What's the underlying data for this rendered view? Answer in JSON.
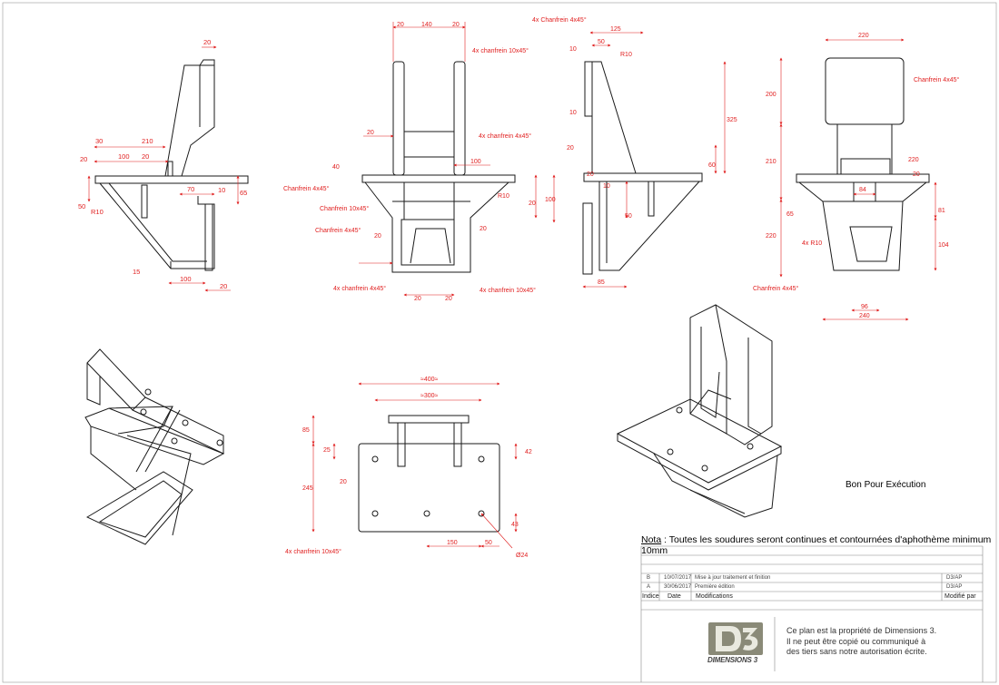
{
  "drawing": {
    "front_view_dims": [
      "20",
      "30",
      "210",
      "100",
      "20",
      "20",
      "70",
      "10",
      "65",
      "R10",
      "50",
      "15",
      "100",
      "20"
    ],
    "center_view_dims": [
      "20",
      "140",
      "20",
      "4x chanfrein 10x45°",
      "20",
      "4x chanfrein 4x45°",
      "100",
      "40",
      "Chanfrein 4x45°",
      "Chanfrein 10x45°",
      "R10",
      "20",
      "100",
      "Chanfrein 4x45°",
      "20",
      "20",
      "4x chanfrein 4x45°",
      "20",
      "20",
      "4x chanfrein 10x45°"
    ],
    "side_view_dims": [
      "4x Chanfrein 4x45°",
      "125",
      "50",
      "10",
      "R10",
      "325",
      "10",
      "20",
      "60",
      "20",
      "10",
      "50",
      "85"
    ],
    "right_view_dims": [
      "220",
      "Chanfrein 4x45°",
      "200",
      "210",
      "220",
      "84",
      "20",
      "81",
      "65",
      "104",
      "220",
      "4x R10",
      "Chanfrein 4x45°",
      "96",
      "240"
    ],
    "plate_view_dims": [
      "≈400≈",
      "≈300≈",
      "85",
      "25",
      "42",
      "245",
      "20",
      "43",
      "150",
      "50",
      "4x chanfrein 10x45°",
      "Ø24"
    ]
  },
  "approval": "Bon Pour Exécution",
  "nota": {
    "label": "Nota",
    "text": " : Toutes les soudures seront continues et contournées d'aphothème minimum 10mm"
  },
  "revisions": {
    "rows": [
      {
        "indice": "B",
        "date": "10/07/2017",
        "modification": "Mise à jour traitement et finition",
        "by": "D3/AP"
      },
      {
        "indice": "A",
        "date": "30/06/2017",
        "modification": "Première édition",
        "by": "D3/AP"
      }
    ],
    "headers": {
      "indice": "Indice",
      "date": "Date",
      "modification": "Modifications",
      "by": "Modifié par"
    }
  },
  "company": {
    "logo_text": "DIMENSIONS 3",
    "legal": "Ce plan est la propriété de Dimensions 3.\nIl ne peut être copié ou communiqué à\ndes tiers sans notre autorisation écrite."
  },
  "colors": {
    "line": "#1a1a1a",
    "dimension": "#e01e1e",
    "logo_bg": "#8a8a78"
  }
}
